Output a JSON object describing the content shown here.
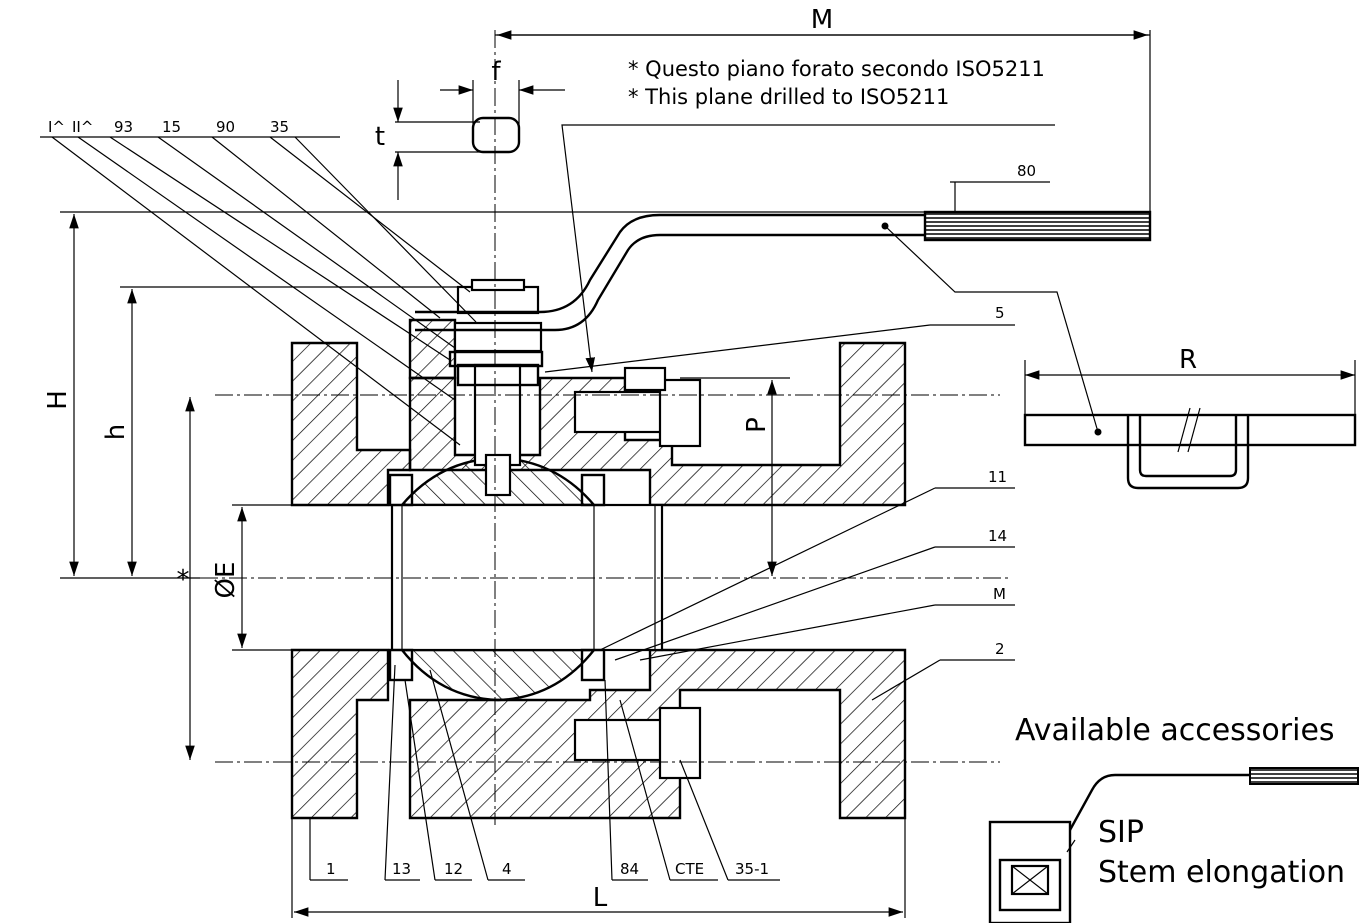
{
  "notes": {
    "iso_it": "* Questo piano forato secondo ISO5211",
    "iso_en": "* This plane drilled to ISO5211"
  },
  "dimensions": {
    "M": "M",
    "f": "f",
    "t": "t",
    "H": "H",
    "h": "h",
    "P": "P",
    "E": "ØE",
    "star": "*",
    "L": "L",
    "R": "R"
  },
  "callouts_top": [
    "I^",
    "II^",
    "93",
    "15",
    "90",
    "35"
  ],
  "callouts_right": {
    "c80": "80",
    "c5": "5",
    "c11": "11",
    "c14": "14",
    "cM": "M",
    "c2": "2"
  },
  "callouts_bottom": [
    "1",
    "13",
    "12",
    "4",
    "84",
    "CTE",
    "35-1"
  ],
  "accessories": {
    "title": "Available accessories",
    "sip": "SIP",
    "stem": "Stem elongation"
  }
}
